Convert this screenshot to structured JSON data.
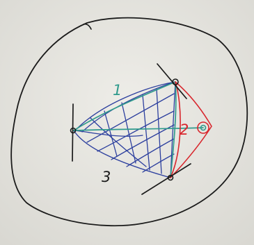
{
  "labels": {
    "region_1": "1",
    "region_2": "2",
    "region_3": "3"
  },
  "colors": {
    "paper": "#e6e5e0",
    "ink": "#1b1b1b",
    "green": "#2f9a8c",
    "blue": "#2c3f9e",
    "red": "#d8262d"
  }
}
